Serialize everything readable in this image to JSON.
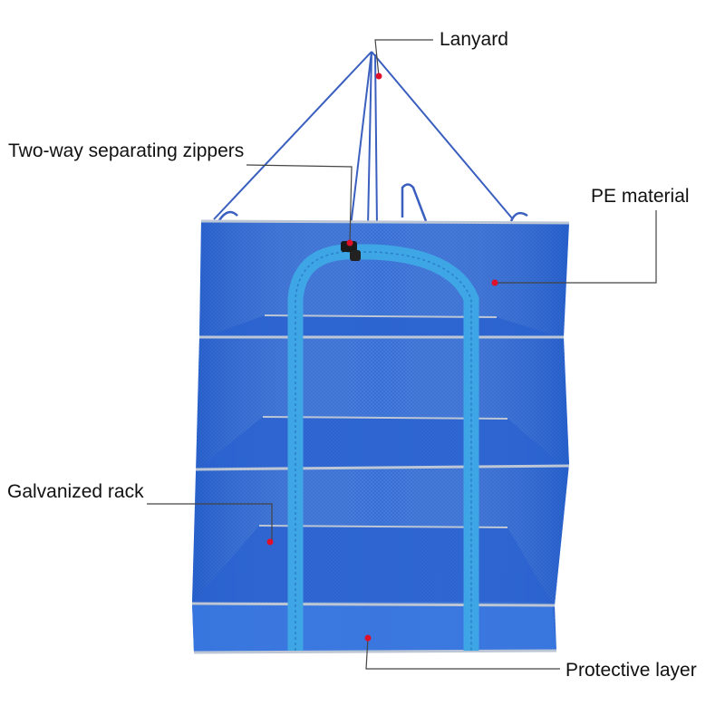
{
  "labels": {
    "lanyard": "Lanyard",
    "zippers": "Two-way separating zippers",
    "pe_material": "PE material",
    "galvanized_rack": "Galvanized rack",
    "protective_layer": "Protective layer"
  },
  "colors": {
    "mesh": "#2e6fdc",
    "mesh_dark": "#1f55c0",
    "zipper": "#3fa6e6",
    "frame": "#b9c2cf",
    "leader_line": "#444444",
    "marker_dot": "#e0102a"
  }
}
